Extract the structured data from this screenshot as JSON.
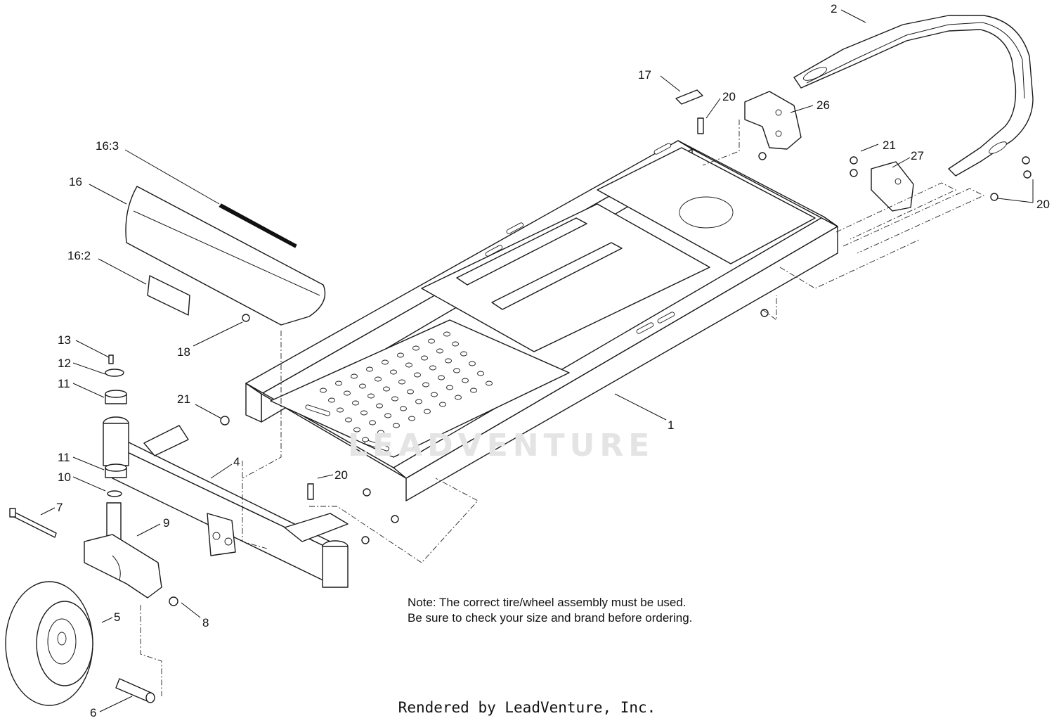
{
  "watermark": {
    "text": "LEADVENTURE"
  },
  "note": {
    "line1": "Note: The correct tire/wheel assembly must be used.",
    "line2": "Be sure to check your size and brand before ordering."
  },
  "footer": {
    "text": "Rendered by LeadVenture, Inc."
  },
  "callouts": [
    {
      "id": "c1",
      "label": "1"
    },
    {
      "id": "c2",
      "label": "2"
    },
    {
      "id": "c4",
      "label": "4"
    },
    {
      "id": "c5",
      "label": "5"
    },
    {
      "id": "c6",
      "label": "6"
    },
    {
      "id": "c7",
      "label": "7"
    },
    {
      "id": "c8",
      "label": "8"
    },
    {
      "id": "c9",
      "label": "9"
    },
    {
      "id": "c10",
      "label": "10"
    },
    {
      "id": "c11a",
      "label": "11"
    },
    {
      "id": "c11b",
      "label": "11"
    },
    {
      "id": "c12",
      "label": "12"
    },
    {
      "id": "c13",
      "label": "13"
    },
    {
      "id": "c16",
      "label": "16"
    },
    {
      "id": "c16_2",
      "label": "16:2"
    },
    {
      "id": "c16_3",
      "label": "16:3"
    },
    {
      "id": "c17",
      "label": "17"
    },
    {
      "id": "c18",
      "label": "18"
    },
    {
      "id": "c20a",
      "label": "20"
    },
    {
      "id": "c20b",
      "label": "20"
    },
    {
      "id": "c20c",
      "label": "20"
    },
    {
      "id": "c21a",
      "label": "21"
    },
    {
      "id": "c21b",
      "label": "21"
    },
    {
      "id": "c26",
      "label": "26"
    },
    {
      "id": "c27",
      "label": "27"
    }
  ]
}
